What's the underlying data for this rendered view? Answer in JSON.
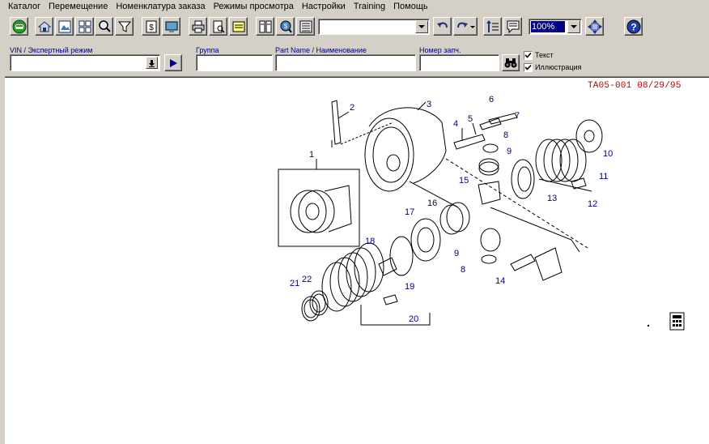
{
  "menu": [
    "Каталог",
    "Перемещение",
    "Номенклатура заказа",
    "Режимы просмотра",
    "Настройки",
    "Training",
    "Помощь"
  ],
  "toolbar": {
    "zoom_value": "100%",
    "icons": [
      "go-icon",
      "home-icon",
      "picture-icon",
      "grid-icon",
      "search-icon",
      "filter-icon",
      "money-icon",
      "monitor-icon",
      "print-icon",
      "preview-icon",
      "notepad-icon",
      "catalog-icon",
      "search-globe-icon",
      "list-icon",
      "undo-icon",
      "redo-icon",
      "tree-icon",
      "note-icon",
      "fit-icon",
      "help-icon"
    ]
  },
  "search": {
    "vin_label": "VIN / Экспертный режим",
    "group_label": "Группа",
    "part_name_label": "Part Name / Наименование",
    "part_number_label": "Номер запч.",
    "vin_value": "",
    "group_value": "",
    "part_name_value": "",
    "part_number_value": "",
    "text_checkbox": "Текст",
    "illustration_checkbox": "Иллюстрация"
  },
  "colors": {
    "chrome": "#d4d0c8",
    "label_blue": "#000080",
    "code_red": "#c00000",
    "number_blue": "#00007a"
  },
  "diagram": {
    "code": "TA05-001 08/29/95",
    "callouts": [
      "1",
      "2",
      "3",
      "4",
      "5",
      "6",
      "7",
      "8",
      "9",
      "10",
      "11",
      "12",
      "13",
      "14",
      "15",
      "16",
      "17",
      "18",
      "19",
      "20",
      "21",
      "22",
      "9",
      "8"
    ]
  }
}
